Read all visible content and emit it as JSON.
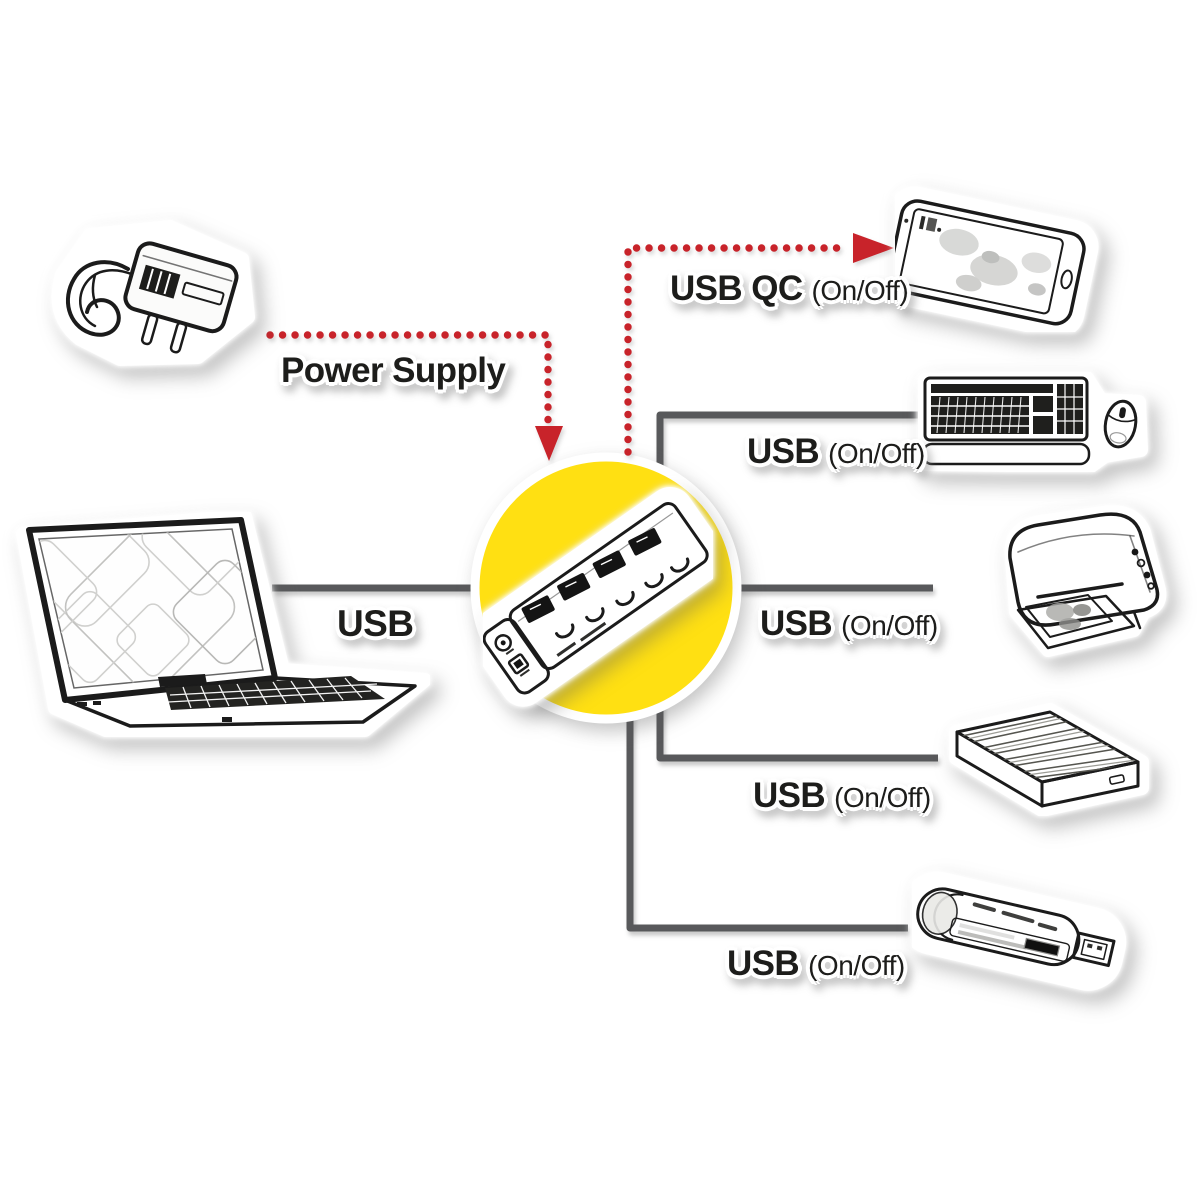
{
  "colors": {
    "red": "#c8232a",
    "yellow": "#ffe012",
    "line": "#58595b",
    "text": "#1d1d1b",
    "bg": "#ffffff"
  },
  "nodes": {
    "power_adapter": {
      "icon": "power-adapter-icon",
      "label": "Power Supply"
    },
    "laptop": {
      "icon": "laptop-icon",
      "connection_label": "USB"
    },
    "usb_hub": {
      "icon": "usb-hub-icon"
    },
    "smartphone": {
      "icon": "smartphone-icon",
      "connection_label": "USB QC",
      "connection_state": "(On/Off)"
    },
    "keyboard_mouse": {
      "icon": "keyboard-mouse-icon",
      "connection_label": "USB",
      "connection_state": "(On/Off)"
    },
    "printer": {
      "icon": "printer-icon",
      "connection_label": "USB",
      "connection_state": "(On/Off)"
    },
    "external_hdd": {
      "icon": "external-hdd-icon",
      "connection_label": "USB",
      "connection_state": "(On/Off)"
    },
    "card_reader": {
      "icon": "card-reader-icon",
      "connection_label": "USB",
      "connection_state": "(On/Off)"
    }
  }
}
